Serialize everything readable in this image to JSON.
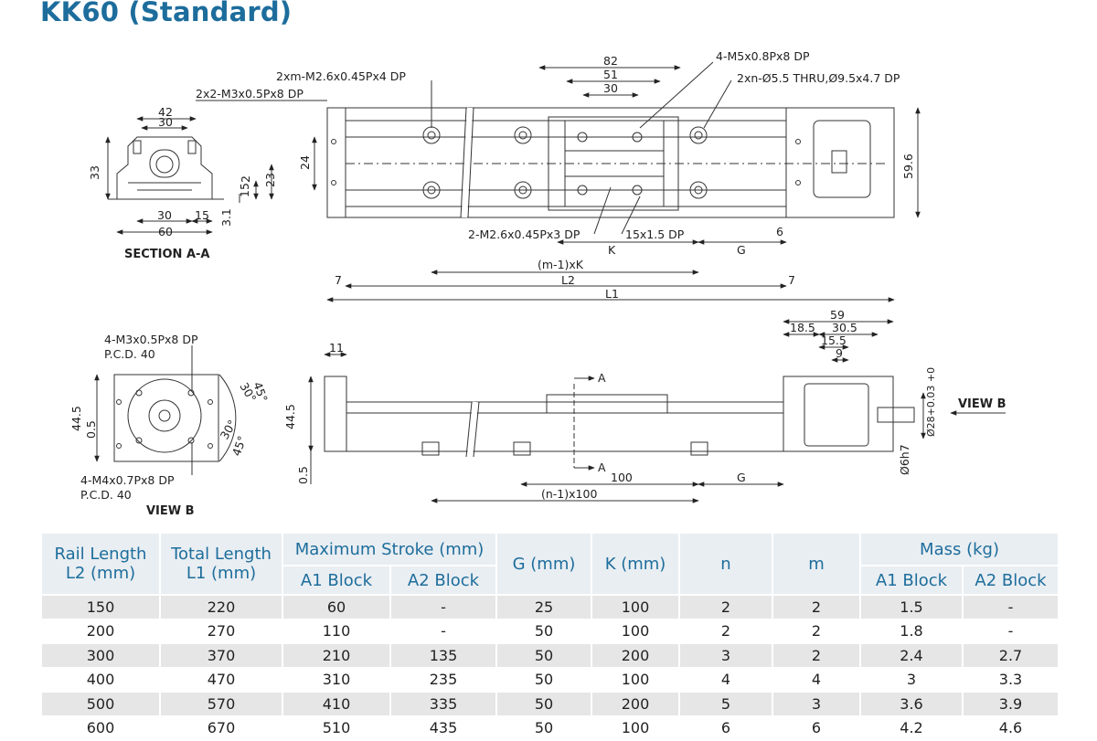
{
  "title": "KK60 (Standard)",
  "drawing": {
    "section_aa": {
      "hole_callout": "2x2-M3x0.5Px8 DP",
      "dim_42": "42",
      "dim_30_top": "30",
      "dim_33": "33",
      "dim_30_bottom": "30",
      "dim_15_bottom": "15",
      "dim_3_1": "3.1",
      "dim_60": "60",
      "dim_23": "23",
      "dim_15_right": "15",
      "dim_2": "2",
      "caption": "SECTION A-A"
    },
    "top_view": {
      "callout_m26_x4": "2xm-M2.6x0.45Px4 DP",
      "callout_m5": "4-M5x0.8Px8 DP",
      "callout_thru": "2xn-Ø5.5 THRU,Ø9.5x4.7 DP",
      "callout_m26_x3": "2-M2.6x0.45Px3 DP",
      "callout_15x15": "15x1.5 DP",
      "dim_82": "82",
      "dim_51": "51",
      "dim_30": "30",
      "dim_24": "24",
      "dim_59_6": "59.6",
      "dim_k": "K",
      "dim_g": "G",
      "dim_6": "6",
      "dim_m1k": "(m-1)xK",
      "dim_l2": "L2",
      "dim_l1": "L1",
      "dim_7_left": "7",
      "dim_7_right": "7"
    },
    "view_b": {
      "callout_m3": "4-M3x0.5Px8 DP",
      "pcd_top": "P.C.D. 40",
      "callout_m4": "4-M4x0.7Px8 DP",
      "pcd_bottom": "P.C.D. 40",
      "dim_44_5": "44.5",
      "dim_0_5": "0.5",
      "ang_45_top": "45°",
      "ang_30_top": "30°",
      "ang_30_bottom": "30°",
      "ang_45_bottom": "45°",
      "caption": "VIEW B"
    },
    "side_view": {
      "dim_11": "11",
      "dim_44_5": "44.5",
      "dim_0_5": "0.5",
      "section_a_top": "A",
      "section_a_bottom": "A",
      "dim_100": "100",
      "dim_g": "G",
      "dim_n1_100": "(n-1)x100",
      "dim_59": "59",
      "dim_18_5": "18.5",
      "dim_30_5": "30.5",
      "dim_15_5": "15.5",
      "dim_9": "9",
      "dim_shaft": "Ø28+0.03 +0",
      "dim_6h7": "Ø6h7",
      "view_b_arrow": "VIEW B"
    }
  },
  "table": {
    "headers": {
      "rail_length": "Rail Length L2 (mm)",
      "total_length": "Total Length L1 (mm)",
      "max_stroke": "Maximum  Stroke (mm)",
      "a1_block": "A1 Block",
      "a2_block": "A2 Block",
      "g": "G (mm)",
      "k": "K (mm)",
      "n": "n",
      "m": "m",
      "mass": "Mass (kg)",
      "mass_a1": "A1 Block",
      "mass_a2": "A2 Block"
    },
    "rows": [
      [
        "150",
        "220",
        "60",
        "-",
        "25",
        "100",
        "2",
        "2",
        "1.5",
        "-"
      ],
      [
        "200",
        "270",
        "110",
        "-",
        "50",
        "100",
        "2",
        "2",
        "1.8",
        "-"
      ],
      [
        "300",
        "370",
        "210",
        "135",
        "50",
        "200",
        "3",
        "2",
        "2.4",
        "2.7"
      ],
      [
        "400",
        "470",
        "310",
        "235",
        "50",
        "100",
        "4",
        "4",
        "3",
        "3.3"
      ],
      [
        "500",
        "570",
        "410",
        "335",
        "50",
        "200",
        "5",
        "3",
        "3.6",
        "3.9"
      ],
      [
        "600",
        "670",
        "510",
        "435",
        "50",
        "100",
        "6",
        "6",
        "4.2",
        "4.6"
      ]
    ]
  }
}
